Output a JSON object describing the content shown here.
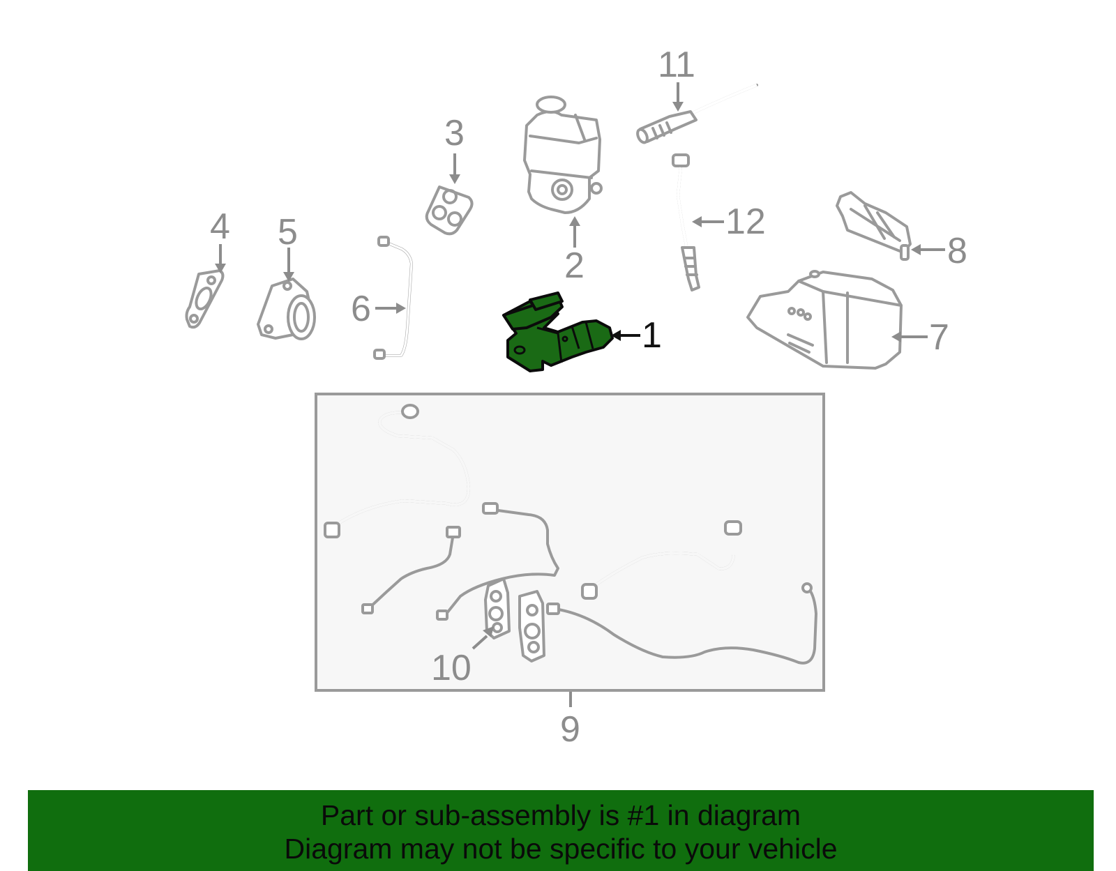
{
  "diagram": {
    "callouts": {
      "c1": "1",
      "c2": "2",
      "c3": "3",
      "c4": "4",
      "c5": "5",
      "c6": "6",
      "c7": "7",
      "c8": "8",
      "c9": "9",
      "c10": "10",
      "c11": "11",
      "c12": "12"
    },
    "highlighted_part": "1"
  },
  "banner": {
    "line1": "Part or sub-assembly is #1 in diagram",
    "line2": "Diagram may not be specific to your vehicle"
  },
  "colors": {
    "highlight": "#1a6a15",
    "banner": "#106e0e",
    "part_outline": "#9a9a9a"
  }
}
